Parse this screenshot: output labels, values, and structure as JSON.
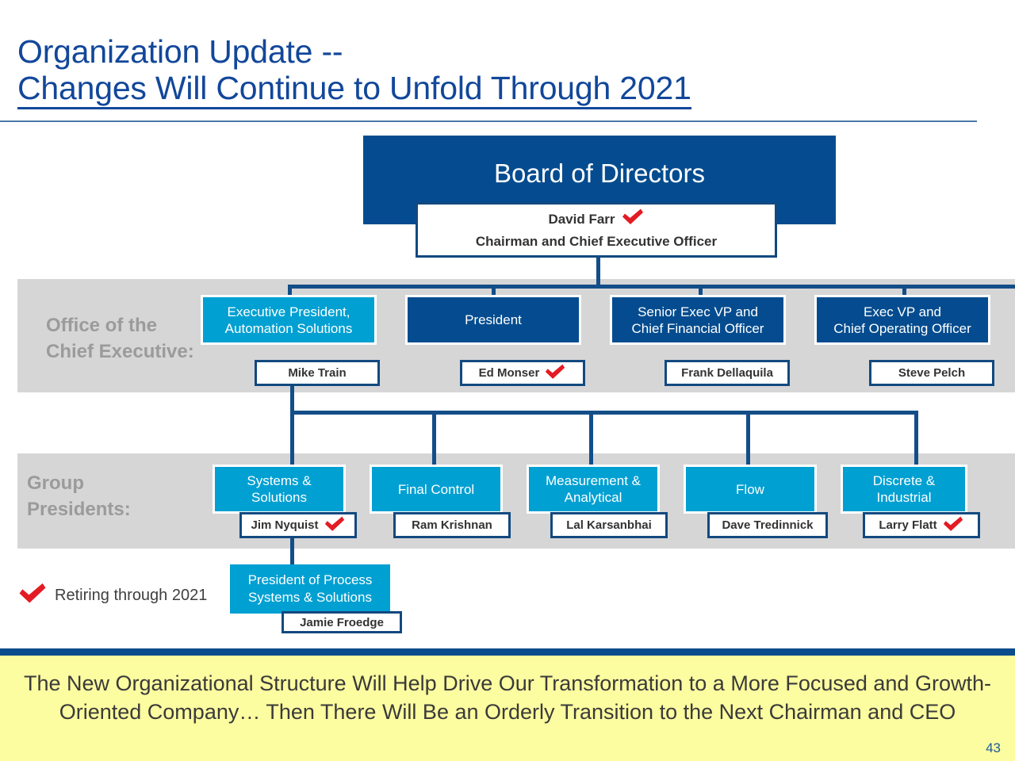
{
  "slide": {
    "title_line1": "Organization Update --",
    "title_line2": "Changes Will Continue to Unfold Through 2021",
    "page_number": "43"
  },
  "colors": {
    "navy": "#044C8F",
    "cyan": "#00A0D2",
    "title_blue": "#12479A",
    "band_gray": "#D6D6D6",
    "check_red": "#E31B23",
    "footer_yellow": "#FCFCA0"
  },
  "board": {
    "title": "Board of Directors",
    "ceo_name": "David Farr",
    "ceo_title": "Chairman and Chief Executive Officer",
    "ceo_retiring": true
  },
  "office_of_chief_executive": {
    "label_line1": "Office of the",
    "label_line2": "Chief Executive:",
    "members": [
      {
        "title": "Executive President,\nAutomation Solutions",
        "name": "Mike Train",
        "retiring": false,
        "style": "cyan"
      },
      {
        "title": "President",
        "name": "Ed Monser",
        "retiring": true,
        "style": "navy"
      },
      {
        "title": "Senior Exec VP and\nChief Financial Officer",
        "name": "Frank Dellaquila",
        "retiring": false,
        "style": "navy"
      },
      {
        "title": "Exec VP and\nChief Operating Officer",
        "name": "Steve Pelch",
        "retiring": false,
        "style": "navy"
      }
    ]
  },
  "group_presidents": {
    "label_line1": "Group",
    "label_line2": "Presidents:",
    "members": [
      {
        "title": "Systems &\nSolutions",
        "name": "Jim Nyquist",
        "retiring": true
      },
      {
        "title": "Final Control",
        "name": "Ram Krishnan",
        "retiring": false
      },
      {
        "title": "Measurement &\nAnalytical",
        "name": "Lal Karsanbhai",
        "retiring": false
      },
      {
        "title": "Flow",
        "name": "Dave Tredinnick",
        "retiring": false
      },
      {
        "title": "Discrete &\nIndustrial",
        "name": "Larry Flatt",
        "retiring": true
      }
    ]
  },
  "process_systems": {
    "title": "President of Process\nSystems & Solutions",
    "name": "Jamie Froedge",
    "retiring": false
  },
  "legend": {
    "text": "Retiring through 2021"
  },
  "footer": {
    "text": "The New Organizational Structure Will Help Drive Our Transformation to a More Focused and Growth-Oriented Company… Then There Will Be an Orderly Transition to the Next Chairman and CEO"
  }
}
